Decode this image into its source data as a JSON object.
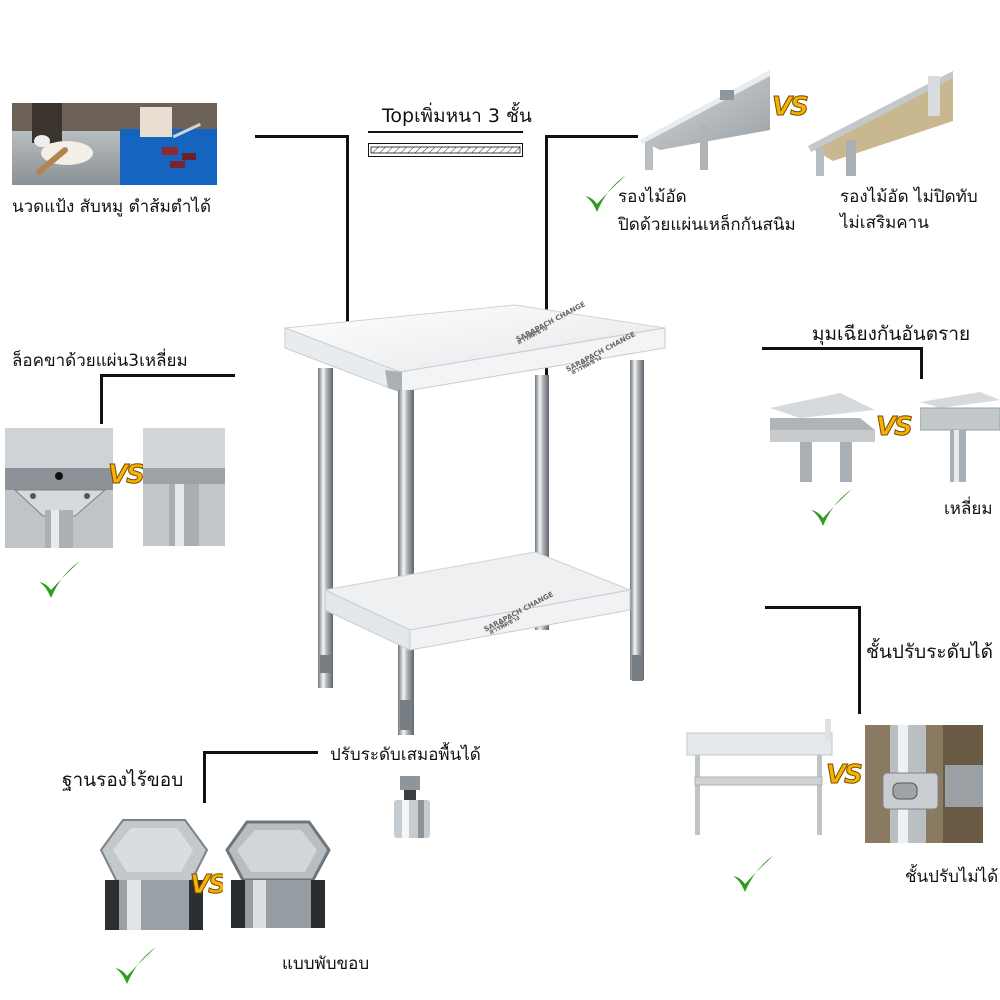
{
  "top_left": {
    "caption": "นวดแป้ง สับหมู ตำส้มตำได้"
  },
  "top_center": {
    "caption": "Topเพิ่มหนา 3 ชั้น"
  },
  "top_right": {
    "good_line1": "รองไม้อัด",
    "good_line2": "ปิดด้วยแผ่นเหล็กกันสนิม",
    "bad_line1": "รองไม้อัด ไม่ปิดทับ",
    "bad_line2": "ไม่เสริมคาน",
    "vs_label": "VS"
  },
  "left_middle": {
    "caption": "ล็อคขาด้วยแผ่น3เหลี่ยม",
    "vs_label": "VS"
  },
  "right_middle": {
    "caption": "มุมเฉียงกันอันตราย",
    "bad_caption": "เหลี่ยม",
    "vs_label": "VS"
  },
  "right_lower": {
    "caption": "ชั้นปรับระดับได้",
    "bad_caption": "ชั้นปรับไม่ได้",
    "vs_label": "VS"
  },
  "center_bottom": {
    "caption": "ปรับระดับเสมอพื้นได้"
  },
  "bottom_left": {
    "caption": "ฐานรองไร้ขอบ",
    "bad_caption": "แบบพับขอบ",
    "vs_label": "VS"
  },
  "watermark": {
    "line1": "SARAPACH CHANGE",
    "line2": "สารพัดช่าง"
  },
  "colors": {
    "check": "#2e9e1f",
    "vs": "#f4b400",
    "steel": "#c9cdd1",
    "cutting_board": "#1565c0"
  }
}
